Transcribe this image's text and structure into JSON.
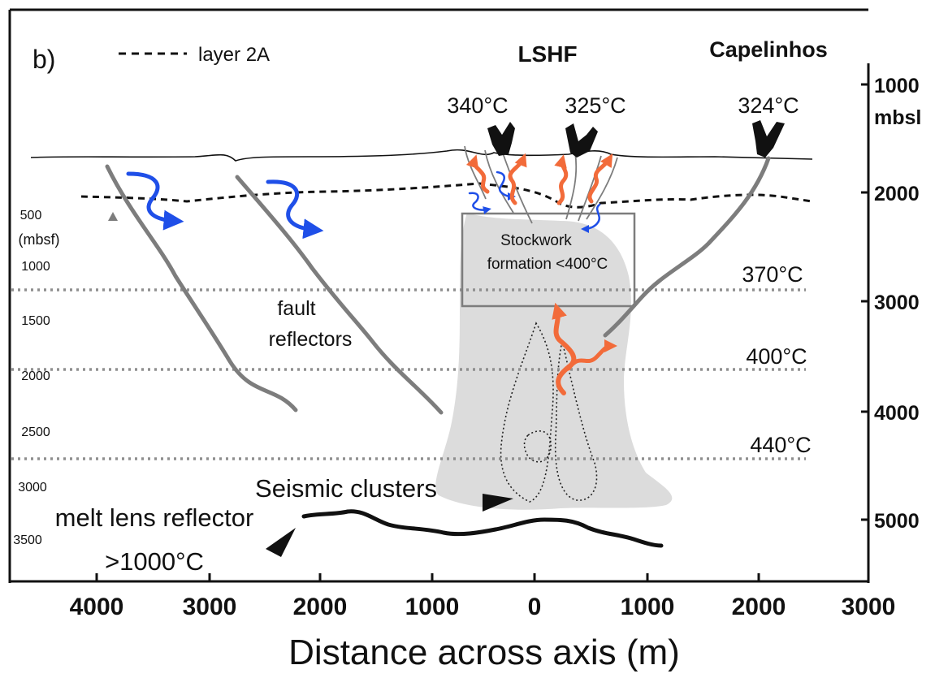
{
  "panel_label": "b)",
  "legend": {
    "layer2a_label": "layer 2A"
  },
  "vents": {
    "lshf_label": "LSHF",
    "capelinhos_label": "Capelinhos",
    "temps": [
      "340°C",
      "325°C",
      "324°C"
    ]
  },
  "x_axis": {
    "title": "Distance across axis (m)",
    "ticks": [
      "4000",
      "3000",
      "2000",
      "1000",
      "0",
      "1000",
      "2000",
      "3000"
    ]
  },
  "left_axis": {
    "unit_label": "(mbsf)",
    "ticks": [
      "500",
      "1000",
      "1500",
      "2000",
      "2500",
      "3000",
      "3500"
    ]
  },
  "right_axis": {
    "unit_label": "mbsl",
    "ticks": [
      "1000",
      "2000",
      "3000",
      "4000",
      "5000"
    ]
  },
  "isotherms": [
    "370°C",
    "400°C",
    "440°C"
  ],
  "labels": {
    "fault_line1": "fault",
    "fault_line2": "reflectors",
    "stockwork_line1": "Stockwork",
    "stockwork_line2": "formation <400°C",
    "seismic_clusters": "Seismic clusters",
    "melt_lens": "melt lens reflector",
    "melt_temp": ">1000°C"
  },
  "colors": {
    "hot_fluid": "#f26b3a",
    "cold_fluid": "#1f4fe8",
    "plume": "#dcdcdc",
    "isotherm": "#8f8f8f",
    "fault": "#7d7d7d"
  }
}
